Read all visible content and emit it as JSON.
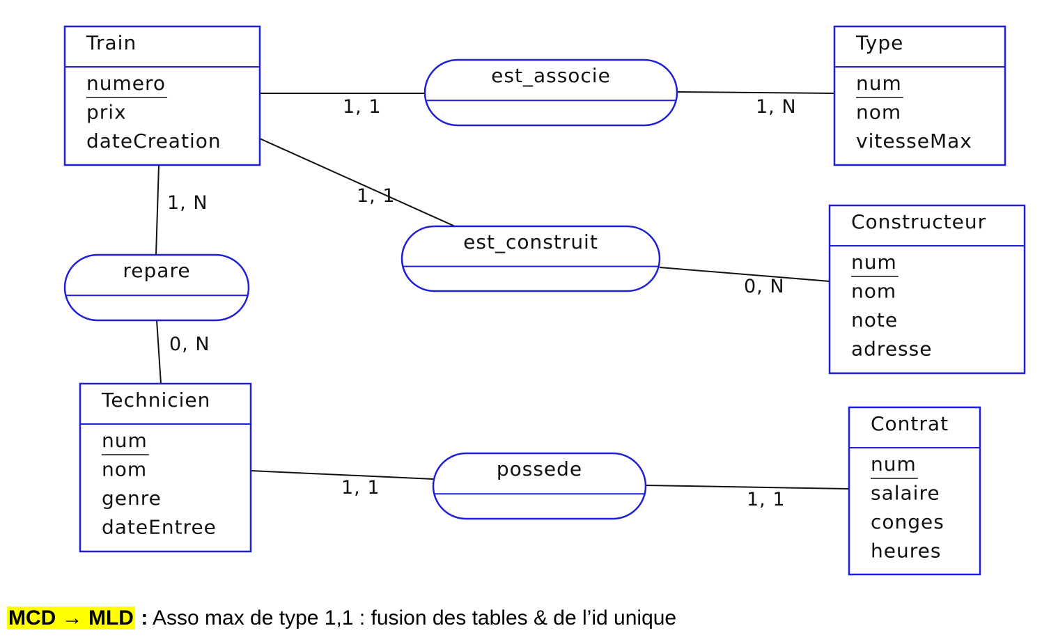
{
  "entities": [
    {
      "id": "train",
      "name": "Train",
      "attributes": [
        "numero",
        "prix",
        "dateCreation"
      ],
      "identifier": "numero"
    },
    {
      "id": "type",
      "name": "Type",
      "attributes": [
        "num",
        "nom",
        "vitesseMax"
      ],
      "identifier": "num"
    },
    {
      "id": "constructeur",
      "name": "Constructeur",
      "attributes": [
        "num",
        "nom",
        "note",
        "adresse"
      ],
      "identifier": "num"
    },
    {
      "id": "technicien",
      "name": "Technicien",
      "attributes": [
        "num",
        "nom",
        "genre",
        "dateEntree"
      ],
      "identifier": "num"
    },
    {
      "id": "contrat",
      "name": "Contrat",
      "attributes": [
        "num",
        "salaire",
        "conges",
        "heures"
      ],
      "identifier": "num"
    }
  ],
  "associations": [
    {
      "id": "est_associe",
      "name": "est_associe"
    },
    {
      "id": "est_construit",
      "name": "est_construit"
    },
    {
      "id": "repare",
      "name": "repare"
    },
    {
      "id": "possede",
      "name": "possede"
    }
  ],
  "links": [
    {
      "entity": "train",
      "association": "est_associe",
      "cardinality": "1, 1"
    },
    {
      "entity": "type",
      "association": "est_associe",
      "cardinality": "1, N"
    },
    {
      "entity": "train",
      "association": "est_construit",
      "cardinality": "1, 1"
    },
    {
      "entity": "constructeur",
      "association": "est_construit",
      "cardinality": "0, N"
    },
    {
      "entity": "train",
      "association": "repare",
      "cardinality": "1, N"
    },
    {
      "entity": "technicien",
      "association": "repare",
      "cardinality": "0, N"
    },
    {
      "entity": "technicien",
      "association": "possede",
      "cardinality": "1, 1"
    },
    {
      "entity": "contrat",
      "association": "possede",
      "cardinality": "1, 1"
    }
  ],
  "caption": {
    "highlight": "MCD → MLD",
    "colon": " :",
    "text": " Asso max de type 1,1 : fusion des tables & de l’id unique"
  },
  "colors": {
    "box_stroke": "#1f1fd6",
    "line": "#111111",
    "highlight": "#ffff00"
  }
}
